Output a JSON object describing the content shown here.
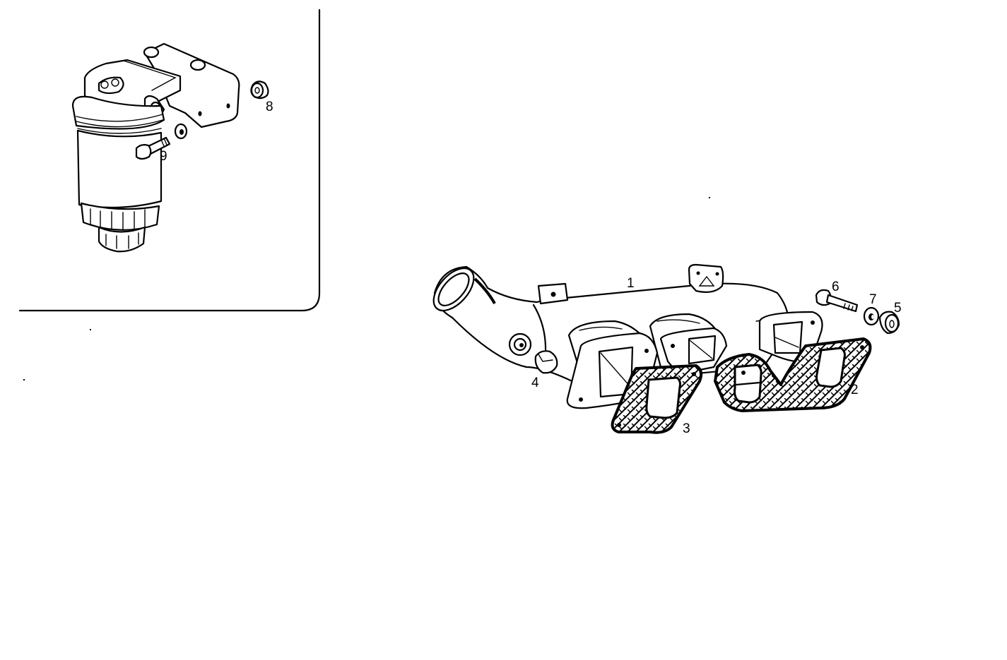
{
  "diagram": {
    "type": "exploded-parts-diagram",
    "inset_panel": {
      "assembly": "fuel filter with mounting bracket",
      "callouts": [
        {
          "id": "8",
          "label": "8",
          "part": "spacer bushing"
        },
        {
          "id": "9",
          "label": "9",
          "part": "bolt with washer"
        }
      ]
    },
    "main_assembly": {
      "assembly": "exhaust manifold",
      "callouts": [
        {
          "id": "1",
          "label": "1",
          "part": "manifold"
        },
        {
          "id": "2",
          "label": "2",
          "part": "double-port gasket"
        },
        {
          "id": "3",
          "label": "3",
          "part": "single-port gasket"
        },
        {
          "id": "4",
          "label": "4",
          "part": "plug"
        },
        {
          "id": "5",
          "label": "5",
          "part": "spacer"
        },
        {
          "id": "6",
          "label": "6",
          "part": "bolt"
        },
        {
          "id": "7",
          "label": "7",
          "part": "washer"
        }
      ]
    },
    "colors": {
      "line": "#000000",
      "background": "#ffffff"
    }
  }
}
